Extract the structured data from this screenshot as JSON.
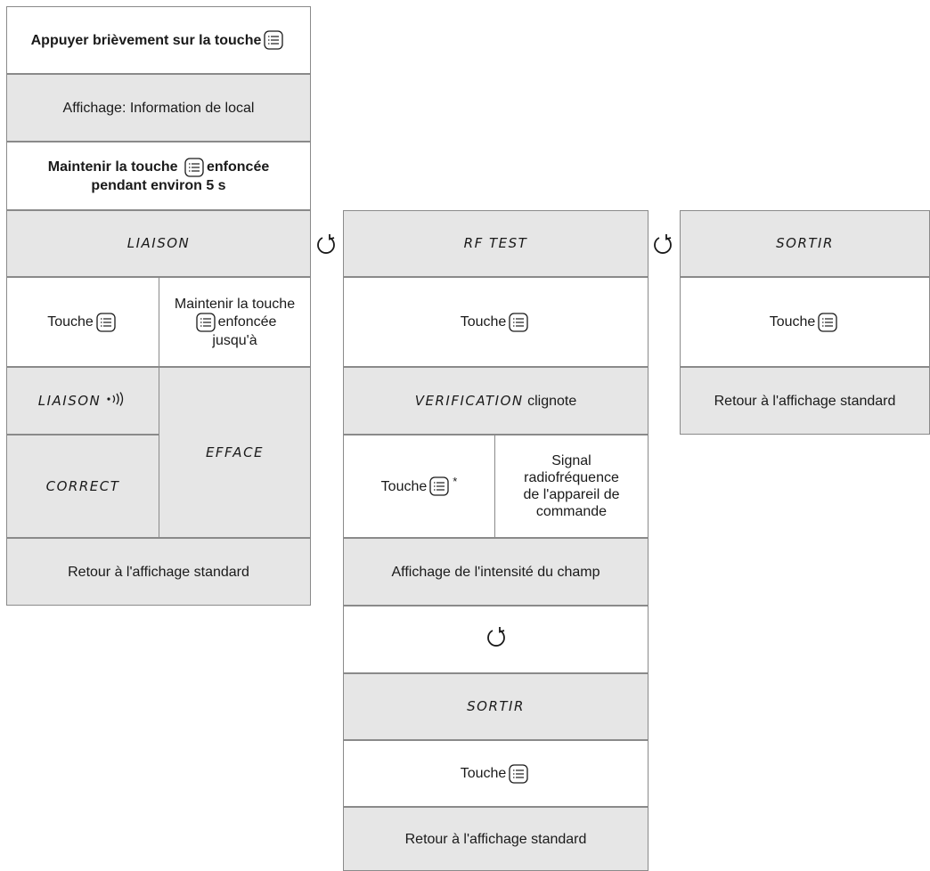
{
  "col1": {
    "step1_text": "Appuyer brièvement sur la touche",
    "step2_text": "Affichage: Information de local",
    "step3_line1a": "Maintenir la touche",
    "step3_line1b": "enfoncée",
    "step3_line2": "pendant environ 5 s",
    "header": "LIAISON",
    "left_touch": "Touche",
    "right_hold_line1": "Maintenir la touche",
    "right_hold_line2": "enfoncée",
    "right_hold_line3": "jusqu'à",
    "liaison_status": "LIAISON",
    "correct": "CORRECT",
    "efface": "EFFACE",
    "return": "Retour à l'affichage standard"
  },
  "col2": {
    "header": "RF TEST",
    "touch": "Touche",
    "verification": "VERIFICATION",
    "verification_suffix": "clignote",
    "touch_star": "Touche",
    "asterisk": "*",
    "signal_line1": "Signal",
    "signal_line2": "radiofréquence",
    "signal_line3": "de l'appareil de",
    "signal_line4": "commande",
    "field_strength": "Affichage de l'intensité du champ",
    "sortir": "SORTIR",
    "touch2": "Touche",
    "return": "Retour à l'affichage standard"
  },
  "col3": {
    "header": "SORTIR",
    "touch": "Touche",
    "return": "Retour à l'affichage standard"
  },
  "icons": {
    "key": "menu-key-icon",
    "cycle": "cycle-arrow-icon",
    "radio": "radio-waves-icon"
  }
}
